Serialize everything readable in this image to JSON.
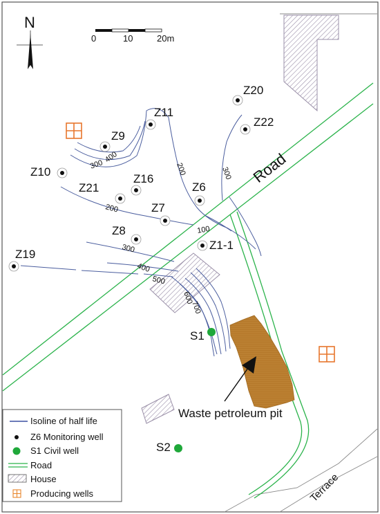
{
  "north_label": "N",
  "scale": {
    "ticks": [
      "0",
      "10",
      "20m"
    ]
  },
  "road_label": "Road",
  "terrace_label": "Terrace",
  "pit_label": "Waste petroleum pit",
  "monitoring_wells": [
    {
      "id": "Z20"
    },
    {
      "id": "Z11"
    },
    {
      "id": "Z22"
    },
    {
      "id": "Z9"
    },
    {
      "id": "Z10"
    },
    {
      "id": "Z16"
    },
    {
      "id": "Z21"
    },
    {
      "id": "Z6"
    },
    {
      "id": "Z7"
    },
    {
      "id": "Z8"
    },
    {
      "id": "Z1-1"
    },
    {
      "id": "Z19"
    }
  ],
  "civil_wells": [
    {
      "id": "S1"
    },
    {
      "id": "S2"
    }
  ],
  "isoline_labels": [
    "300",
    "400",
    "200",
    "300",
    "200",
    "100",
    "300",
    "400",
    "500",
    "600",
    "700"
  ],
  "legend": [
    {
      "label": "Isoline of half life",
      "color": "#3a4fa0"
    },
    {
      "label": "Z6 Monitoring well"
    },
    {
      "label": "S1 Civil well",
      "color": "#1fa83a"
    },
    {
      "label": "Road",
      "color": "#2bb34b"
    },
    {
      "label": "House"
    },
    {
      "label": "Producing wells",
      "color": "#e8862c"
    }
  ],
  "colors": {
    "isoline": "#4a5d9e",
    "road": "#2bb34b",
    "pit": "#b5782a",
    "producing": "#e8762c",
    "civil": "#1fa83a",
    "house": "#9a8fa8"
  }
}
